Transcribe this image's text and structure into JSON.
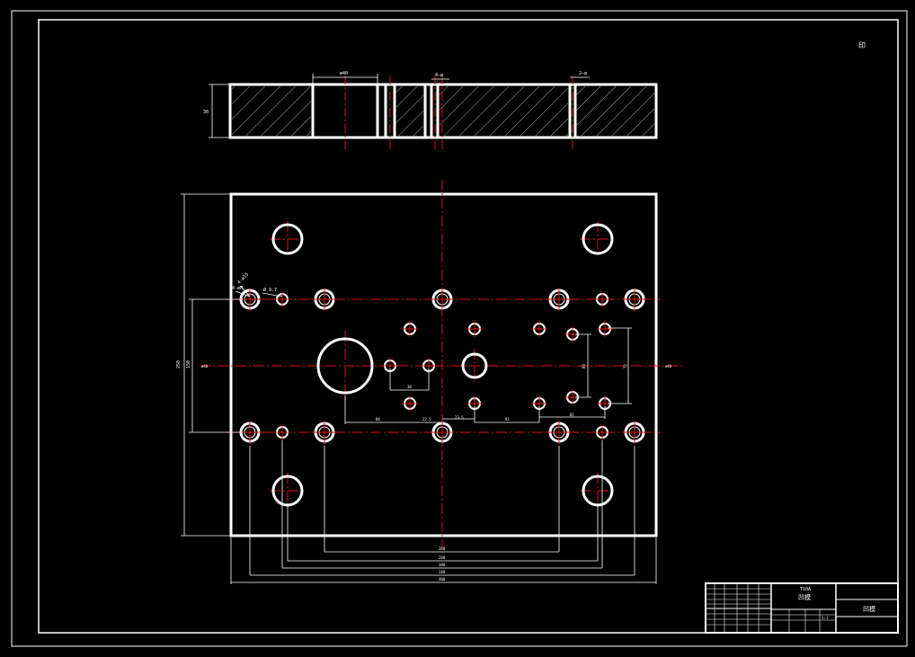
{
  "drawing": {
    "sheet_mark": "印",
    "top_view_dims": {
      "opening": "ø40",
      "hole_a": "4–ø",
      "hole_b": "2–ø",
      "thickness": "30"
    },
    "plan_dims": {
      "hole_callout_a": "Ø 9.7",
      "hole_callout_b": "4-ø15",
      "hole_callout_c": "4-øM",
      "overall_height": "250",
      "row_spacing": "150",
      "center_left": "ø40",
      "center_right": "ø40",
      "bottom_mid": [
        "84",
        "22.5",
        "23.5",
        "81",
        "81"
      ],
      "inner_small": "30",
      "right_inner": "80",
      "right_outer": "70",
      "bottom_dims": [
        "260",
        "280",
        "300",
        "340",
        "400"
      ]
    },
    "title_block": {
      "part_name": "凹模",
      "material": "T10A",
      "right_label": "凹模",
      "scale": "1:1"
    }
  }
}
